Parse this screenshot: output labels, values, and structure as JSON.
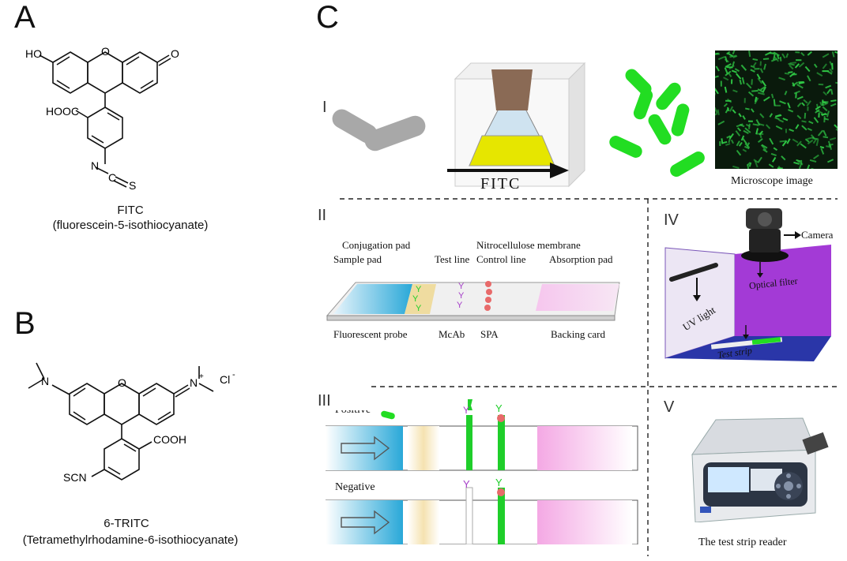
{
  "panels": {
    "A": {
      "letter": "A",
      "atoms": {
        "ho": "HO",
        "o_ring": "O",
        "o_keto": "O",
        "hooc": "HOOC",
        "n": "N",
        "c": "C",
        "s": "S"
      },
      "name": "FITC",
      "full": "(fluorescein-5-isothiocyanate)"
    },
    "B": {
      "letter": "B",
      "atoms": {
        "n_left": "N",
        "o_ring": "O",
        "n_plus": "N",
        "plus": "+",
        "cl": "Cl",
        "minus": "-",
        "cooh": "COOH",
        "scn": "SCN"
      },
      "name": "6-TRITC",
      "full": "(Tetramethylrhodamine-6-isothiocyanate)"
    },
    "C": {
      "letter": "C",
      "I": {
        "label": "I",
        "arrow_label": "FITC",
        "micro_caption": "Microscope image"
      },
      "II": {
        "label": "II",
        "top_labels": [
          "Conjugation pad",
          "Nitrocellulose membrane",
          "Sample pad",
          "Test line",
          "Control line",
          "Absorption pad"
        ],
        "bottom_labels": [
          "Fluorescent probe",
          "McAb",
          "SPA",
          "Backing card"
        ]
      },
      "III": {
        "label": "III",
        "row1": "Positive",
        "row2": "Negative"
      },
      "IV": {
        "label": "IV",
        "camera": "Camera",
        "filter": "Optical filter",
        "uv": "UV light",
        "strip": "Test strip"
      },
      "V": {
        "label": "V",
        "caption": "The test strip reader"
      }
    }
  },
  "colors": {
    "fluor_green": "#22dd22",
    "line_green": "#1fce2a",
    "test_purple": "#a43cc8",
    "control_red": "#e86a6a",
    "sample_blue": "#29a8d8",
    "conj_yellow": "#efdca0",
    "abs_pink": "#f4a8e4",
    "box_purple": "#a33ad6",
    "box_floor": "#2a36a8"
  }
}
